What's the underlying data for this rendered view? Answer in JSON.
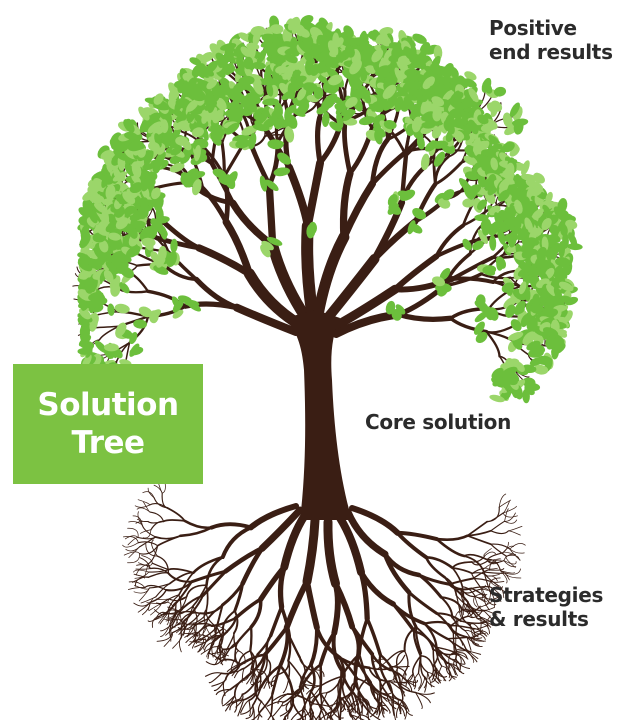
{
  "title_box": {
    "line1": "Solution",
    "line2": "Tree",
    "color": "#7cc242"
  },
  "labels": {
    "top": {
      "line1": "Positive",
      "line2": "end results"
    },
    "middle": "Core solution",
    "bottom": {
      "line1": "Strategies",
      "line2": "& results"
    }
  },
  "colors": {
    "trunk": "#3a1e14",
    "leaf": "#6cbf3c",
    "leaf_light": "#9bd66a",
    "text": "#2b2b2b"
  }
}
